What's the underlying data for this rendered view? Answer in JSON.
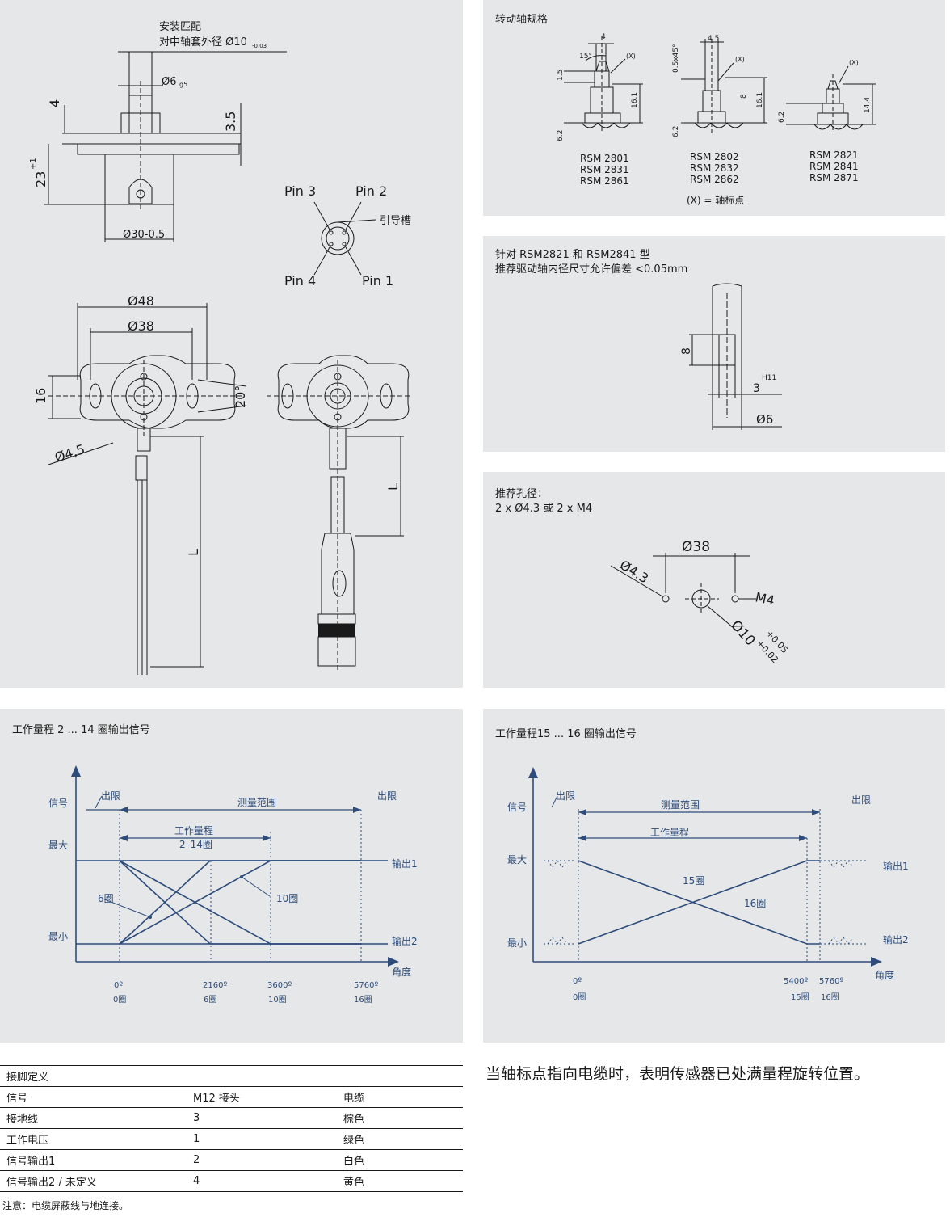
{
  "sensor_drawing": {
    "mount_note_1": "安装匹配",
    "mount_note_2": "对中轴套外径 Ø10",
    "mount_note_2_tol": "-0.03",
    "shaft_dia": "Ø6",
    "shaft_dia_tol": "g5",
    "dim_4": "4",
    "dim_3_5": "3.5",
    "dim_23": "23",
    "dim_23_tol": "+1",
    "dim_body_dia": "Ø30-0.5",
    "pin3": "Pin 3",
    "pin2": "Pin 2",
    "pin4": "Pin 4",
    "pin1": "Pin 1",
    "guide_groove": "引导槽",
    "dim_48": "Ø48",
    "dim_38": "Ø38",
    "dim_16": "16",
    "dim_20deg": "20°",
    "dim_4_5": "Ø4,5",
    "dim_L": "L"
  },
  "shaft_spec": {
    "title": "转动轴规格",
    "dim_15deg": "15°",
    "dim_4": "4",
    "dim_4_5": "4.5",
    "dim_0_5x45": "0.5x45°",
    "dim_1_5": "1.5",
    "dim_6_2": "6.2",
    "dim_16_1": "16.1",
    "dim_8": "8",
    "dim_14_4": "14.4",
    "mark_x": "(X)",
    "models": [
      [
        "RSM 2801",
        "RSM 2831",
        "RSM 2861"
      ],
      [
        "RSM 2802",
        "RSM 2832",
        "RSM 2862"
      ],
      [
        "RSM 2821",
        "RSM 2841",
        "RSM 2871"
      ]
    ],
    "legend": "(X) = 轴标点"
  },
  "drive_shaft": {
    "line1": "针对 RSM2821 和 RSM2841 型",
    "line2": "推荐驱动轴内径尺寸允许偏差 <0.05mm",
    "dim_8": "8",
    "dim_3": "3",
    "dim_h11": "H11",
    "dim_6": "Ø6"
  },
  "holes": {
    "line1": "推荐孔径：",
    "line2": "2 x Ø4.3 或 2 x M4",
    "dim_38": "Ø38",
    "dim_4_3": "Ø4.3",
    "dim_m4": "M4",
    "dim_10": "Ø10",
    "dim_10_tol_hi": "+0.05",
    "dim_10_tol_lo": "+0.02"
  },
  "chart_left": {
    "title": "工作量程 2 ... 14 圈输出信号",
    "ylabel": "信号",
    "y_max": "最大",
    "y_min": "最小",
    "xlabel": "角度",
    "out_of_range_left": "出限",
    "out_of_range_right": "出限",
    "measure_range": "测量范围",
    "work_range": "工作量程",
    "work_range_sub": "2–14圈",
    "label_6turns": "6圈",
    "label_10turns": "10圈",
    "output1": "输出1",
    "output2": "输出2",
    "ticks_deg": [
      "0º",
      "2160º",
      "3600º",
      "5760º"
    ],
    "ticks_turns": [
      "0圈",
      "6圈",
      "10圈",
      "16圈"
    ]
  },
  "chart_right": {
    "title": "工作量程15 ... 16 圈输出信号",
    "ylabel": "信号",
    "y_max": "最大",
    "y_min": "最小",
    "xlabel": "角度",
    "out_of_range_left": "出限",
    "out_of_range_right": "出限",
    "measure_range": "测量范围",
    "work_range": "工作量程",
    "label_15turns": "15圈",
    "label_16turns": "16圈",
    "output1": "输出1",
    "output2": "输出2",
    "ticks_deg": [
      "0º",
      "5400º",
      "5760º"
    ],
    "ticks_turns": [
      "0圈",
      "15圈",
      "16圈"
    ]
  },
  "chart_data": [
    {
      "type": "line",
      "title": "工作量程 2 ... 14 圈输出信号",
      "xlabel": "角度",
      "ylabel": "信号",
      "x_ticks": [
        0,
        2160,
        3600,
        5760
      ],
      "series": [
        {
          "name": "输出1",
          "x": [
            0,
            2160,
            5760
          ],
          "y": [
            "最小",
            "最大",
            "最大"
          ]
        },
        {
          "name": "输出2",
          "x": [
            0,
            2160,
            5760
          ],
          "y": [
            "最大",
            "最小",
            "最小"
          ]
        },
        {
          "name": "输出1",
          "x": [
            0,
            3600,
            5760
          ],
          "y": [
            "最小",
            "最大",
            "最大"
          ]
        },
        {
          "name": "输出2",
          "x": [
            0,
            3600,
            5760
          ],
          "y": [
            "最大",
            "最小",
            "最小"
          ]
        }
      ]
    },
    {
      "type": "line",
      "title": "工作量程15 ... 16 圈输出信号",
      "xlabel": "角度",
      "ylabel": "信号",
      "x_ticks": [
        0,
        5400,
        5760
      ],
      "series": [
        {
          "name": "输出1",
          "x": [
            0,
            5400,
            5760
          ],
          "y": [
            "最小",
            "最大",
            "最大"
          ]
        },
        {
          "name": "输出2",
          "x": [
            0,
            5400,
            5760
          ],
          "y": [
            "最大",
            "最小",
            "最小"
          ]
        }
      ]
    }
  ],
  "pin_table": {
    "title": "接脚定义",
    "headers": [
      "信号",
      "M12 接头",
      "电缆"
    ],
    "rows": [
      [
        "接地线",
        "3",
        "棕色"
      ],
      [
        "工作电压",
        "1",
        "绿色"
      ],
      [
        "信号输出1",
        "2",
        "白色"
      ],
      [
        "信号输出2 / 未定义",
        "4",
        "黄色"
      ]
    ],
    "note": "注意：电缆屏蔽线与地连接。"
  },
  "statement": "当轴标点指向电缆时，表明传感器已处满量程旋转位置。",
  "colors": {
    "panel": "#e6e7e8",
    "line": "#2d4c7a",
    "ink": "#1a1a1a"
  }
}
